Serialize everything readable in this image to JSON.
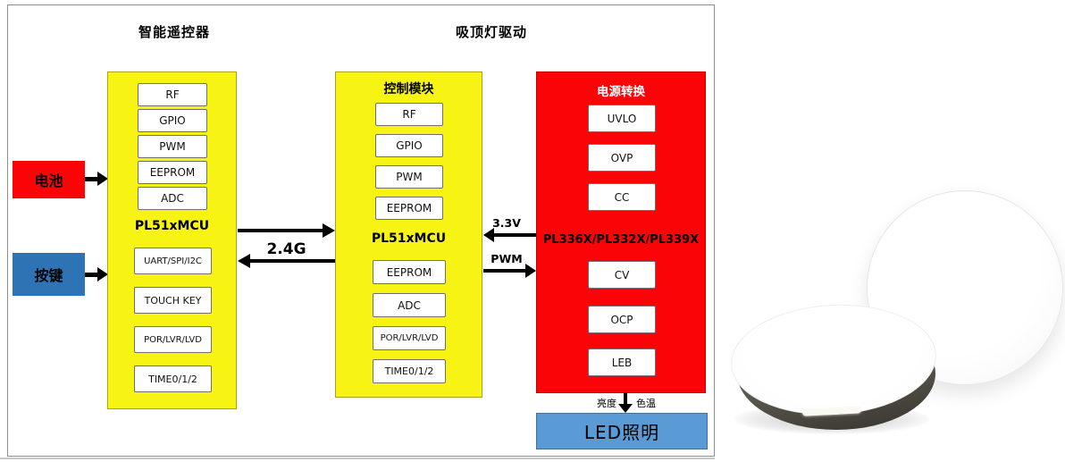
{
  "diagram": {
    "section_left_title": "智能遥控器",
    "section_right_title": "吸顶灯驱动",
    "battery": "电池",
    "keys": "按键",
    "remote": {
      "modules_top": [
        "RF",
        "GPIO",
        "PWM",
        "EEPROM",
        "ADC"
      ],
      "chip": "PL51xMCU",
      "modules_bottom": [
        "UART/SPI/I2C",
        "TOUCH KEY",
        "POR/LVR/LVD",
        "TIME0/1/2"
      ]
    },
    "rf_link": "2.4G",
    "control": {
      "title": "控制模块",
      "modules_top": [
        "RF",
        "GPIO",
        "PWM",
        "EEPROM"
      ],
      "chip": "PL51xMCU",
      "modules_bottom": [
        "EEPROM",
        "ADC",
        "POR/LVR/LVD",
        "TIME0/1/2"
      ]
    },
    "power_rail": "3.3V",
    "pwm_signal": "PWM",
    "power": {
      "title": "电源转换",
      "modules_top": [
        "UVLO",
        "OVP",
        "CC"
      ],
      "chip": "PL336X/PL332X/PL339X",
      "modules_bottom": [
        "CV",
        "OCP",
        "LEB"
      ]
    },
    "brightness": "亮度",
    "color_temp": "色温",
    "led": "LED照明"
  },
  "colors": {
    "yellow": "#f7f312",
    "red": "#fa0408",
    "key_blue": "#2e74b5",
    "led_blue": "#5b9bd5"
  }
}
